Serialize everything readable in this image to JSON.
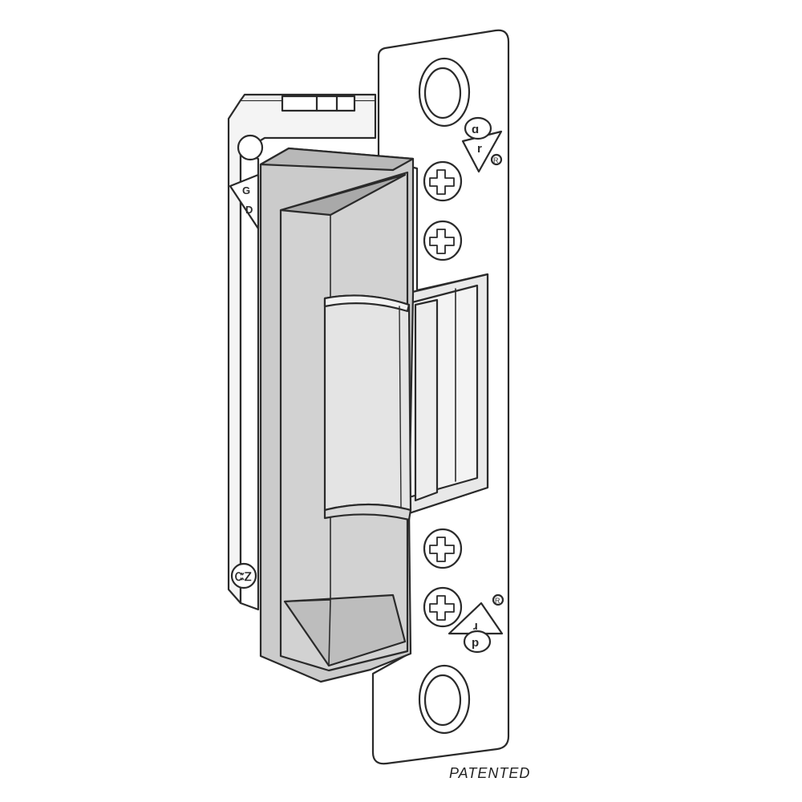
{
  "caption": "PATENTED",
  "colors": {
    "background": "#ffffff",
    "outline": "#2a2a2a",
    "plate": "#ffffff",
    "body_gray": "#cbcbcb",
    "body_dark": "#b5b5b5",
    "keeper_light": "#e6e6e6",
    "keeper_mid": "#d6d6d6",
    "recess_shadow": "#a9a9a9"
  },
  "icons": [
    "mounting-hole",
    "phillips-screw",
    "ul-listing-mark",
    "registered-mark"
  ]
}
